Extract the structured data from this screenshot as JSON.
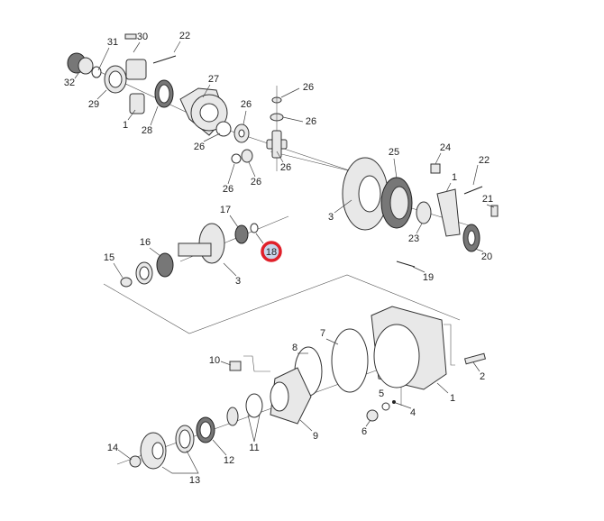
{
  "diagram": {
    "title_hidden": null,
    "highlight_color": "#e0202a",
    "highlight_fill": "#c9d5ea",
    "callouts": [
      "31",
      "30",
      "22",
      "32",
      "29",
      "27",
      "1",
      "28",
      "26",
      "26",
      "26",
      "26",
      "26",
      "26",
      "26",
      "25",
      "24",
      "1",
      "22",
      "21",
      "3",
      "23",
      "20",
      "19",
      "17",
      "18",
      "16",
      "15",
      "3",
      "8",
      "7",
      "10",
      "2",
      "1",
      "5",
      "4",
      "6",
      "9",
      "11",
      "12",
      "14",
      "13"
    ],
    "selected_callout": "18"
  }
}
